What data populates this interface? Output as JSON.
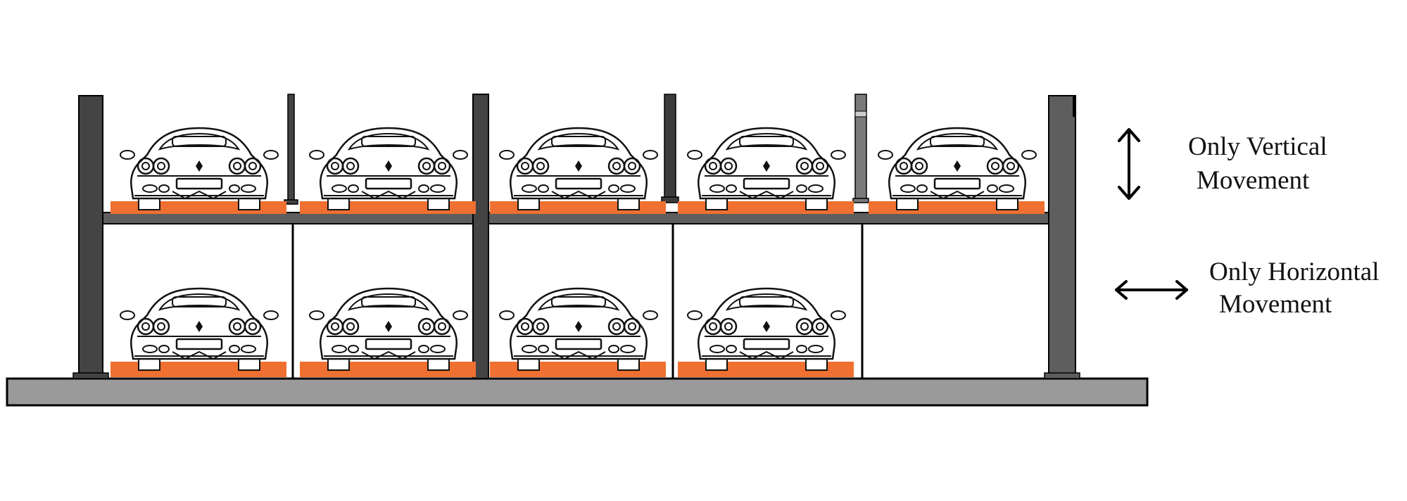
{
  "colors": {
    "post_dark": "#444444",
    "post_mid": "#5e5e5e",
    "post_light": "#7a7a7a",
    "base_fill": "#9a9a9a",
    "platform": "#ef7030",
    "outline": "#000000",
    "car_line": "#111111"
  },
  "legend": {
    "vertical": {
      "icon": "double-arrow-vertical-icon",
      "line1": "Only Vertical",
      "line2": "Movement"
    },
    "horizontal": {
      "icon": "double-arrow-horizontal-icon",
      "line1": "Only Horizontal",
      "line2": "Movement"
    }
  },
  "levels": {
    "upper": {
      "bays": 5,
      "cars": [
        true,
        true,
        true,
        true,
        true
      ]
    },
    "lower": {
      "bays": 5,
      "cars": [
        true,
        true,
        true,
        true,
        false
      ]
    }
  }
}
